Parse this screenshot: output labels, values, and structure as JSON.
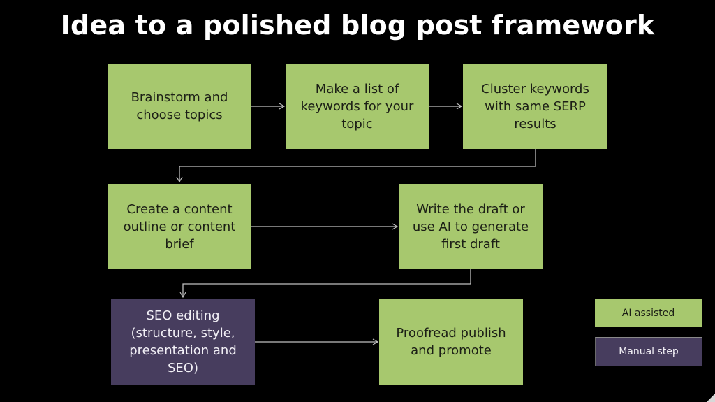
{
  "title": "Idea to a polished blog post framework",
  "colors": {
    "background": "#000000",
    "ai_assisted": "#a7c86e",
    "manual_step": "#473d5e",
    "connector": "#bfbfbf",
    "title_text": "#ffffff"
  },
  "steps": [
    {
      "id": 1,
      "label": "Brainstorm and choose topics",
      "type": "ai_assisted"
    },
    {
      "id": 2,
      "label": "Make a list of keywords for your topic",
      "type": "ai_assisted"
    },
    {
      "id": 3,
      "label": "Cluster keywords with same SERP results",
      "type": "ai_assisted"
    },
    {
      "id": 4,
      "label": "Create a content outline or content brief",
      "type": "ai_assisted"
    },
    {
      "id": 5,
      "label": "Write the draft or use AI to generate first draft",
      "type": "ai_assisted"
    },
    {
      "id": 6,
      "label": "SEO editing (structure, style, presentation and SEO)",
      "type": "manual_step"
    },
    {
      "id": 7,
      "label": "Proofread publish and promote",
      "type": "ai_assisted"
    }
  ],
  "connections": [
    {
      "from": 1,
      "to": 2
    },
    {
      "from": 2,
      "to": 3
    },
    {
      "from": 3,
      "to": 4
    },
    {
      "from": 4,
      "to": 5
    },
    {
      "from": 5,
      "to": 6
    },
    {
      "from": 6,
      "to": 7
    }
  ],
  "legend": {
    "ai_assisted": "AI assisted",
    "manual_step": "Manual step"
  }
}
